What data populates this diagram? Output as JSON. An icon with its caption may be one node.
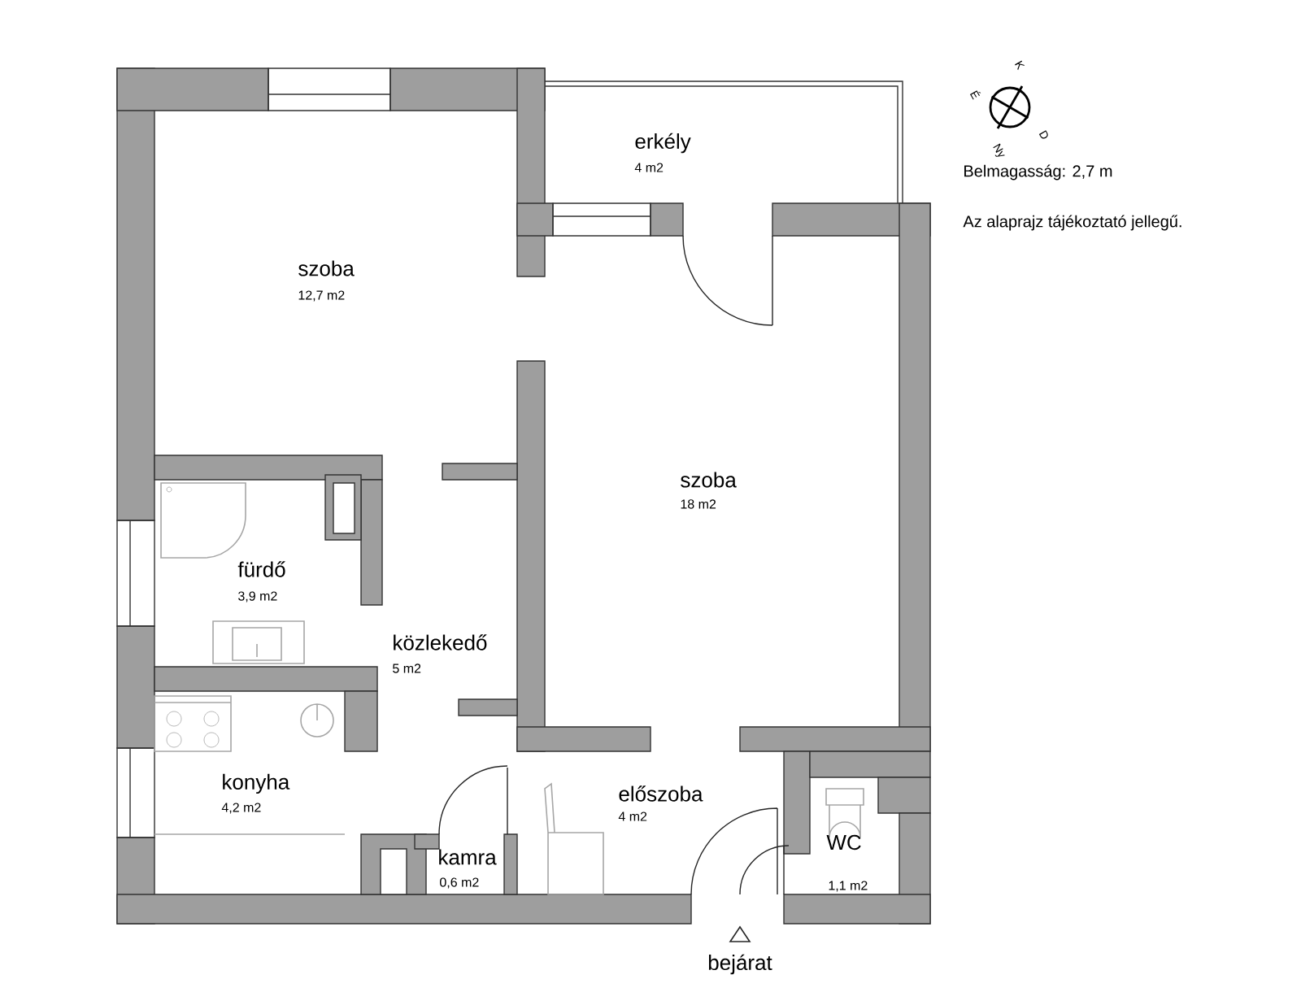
{
  "diagram": {
    "labels": [
      "K",
      "É",
      "D",
      "Ny",
      "erkély",
      "4 m2",
      "Belmagasság: 2,7 m",
      "Az alaprajz tájékoztató jellegű.",
      "szoba",
      "12,7 m2",
      "szoba",
      "18 m2",
      "fürdő",
      "3,9 m2",
      "közlekedő",
      "5 m2",
      "konyha",
      "4,2 m2",
      "előszoba",
      "4 m2",
      "kamra",
      "0,6 m2",
      "WC",
      "1,1 m2",
      "bejárat"
    ]
  }
}
